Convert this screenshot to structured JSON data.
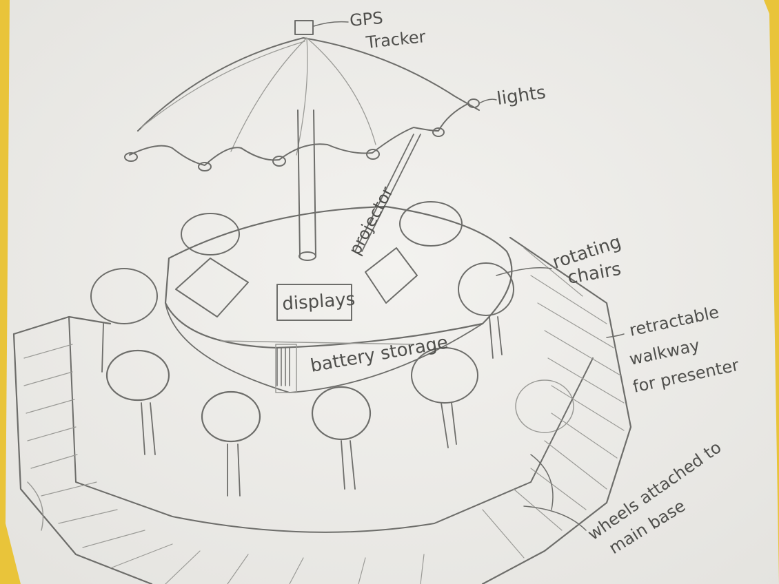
{
  "colors": {
    "paper": "#f2f1ee",
    "pencil": "#6d6d6a",
    "folder_yellow": "#e9c43a"
  },
  "labels": {
    "gps": "GPS",
    "tracker": "Tracker",
    "lights": "lights",
    "projector": "projector",
    "rotating": "rotating",
    "chairs": "chairs",
    "displays": "displays",
    "battery_storage": "battery storage",
    "retractable": "retractable",
    "walkway": "walkway",
    "for_presenter": "for presenter",
    "wheels_attached_to": "wheels attached to",
    "main_base": "main base"
  }
}
